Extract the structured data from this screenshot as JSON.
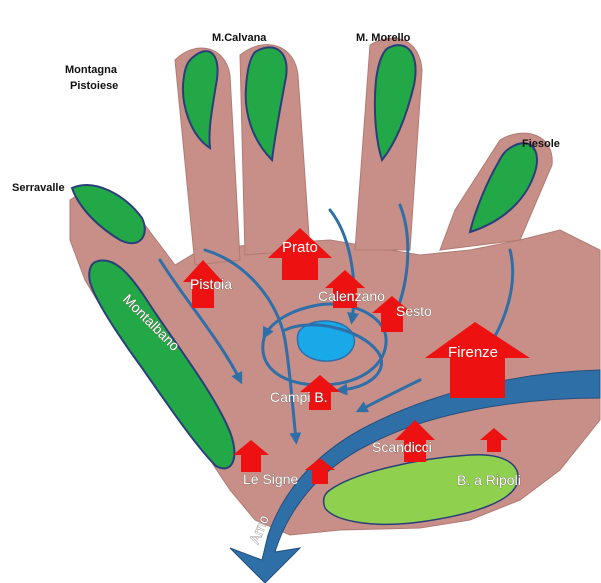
{
  "labels": {
    "montagna_pistoiese": [
      "Montagna",
      "Pistoiese"
    ],
    "calvana": "M.Calvana",
    "morello": "M. Morello",
    "fiesole": "Fiesole",
    "serravalle": "Serravalle",
    "montalbano": "Montalbano",
    "pistoia": "Pistoia",
    "prato": "Prato",
    "calenzano": "Calenzano",
    "sesto": "Sesto",
    "firenze": "Firenze",
    "campi": "Campi B.",
    "scandicci": "Scandicci",
    "signa": "Le Signe",
    "ripoli": "B. a Ripoli",
    "arno": "Arno"
  },
  "colors": {
    "relief_green": "#22a846",
    "hill_light_green": "#8fd14f",
    "arrow_red": "#ee1111",
    "river_blue": "#2f6fa8",
    "lake_cyan": "#19a8e8",
    "skin": "#c78f87"
  },
  "icons": [
    "hand-background",
    "red-up-arrow",
    "blue-flow-arrow",
    "lake-shape"
  ]
}
